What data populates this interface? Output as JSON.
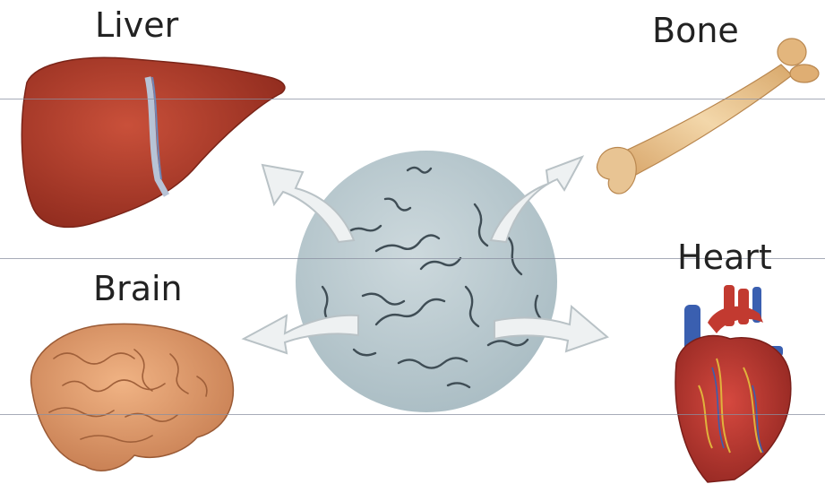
{
  "labels": {
    "liver": "Liver",
    "bone": "Bone",
    "brain": "Brain",
    "heart": "Heart"
  },
  "colors": {
    "cell": "#b8c8ce",
    "arrow_fill": "#eef1f2",
    "arrow_stroke": "#b9c2c6",
    "liver": "#b23b2a",
    "bone": "#e8c493",
    "brain": "#d9936a",
    "heart": "#b8362f",
    "vessel_blue": "#3a5fb0"
  },
  "icons": [
    "liver-organ-icon",
    "bone-icon",
    "brain-organ-icon",
    "heart-organ-icon",
    "stem-cell-sphere-icon"
  ]
}
